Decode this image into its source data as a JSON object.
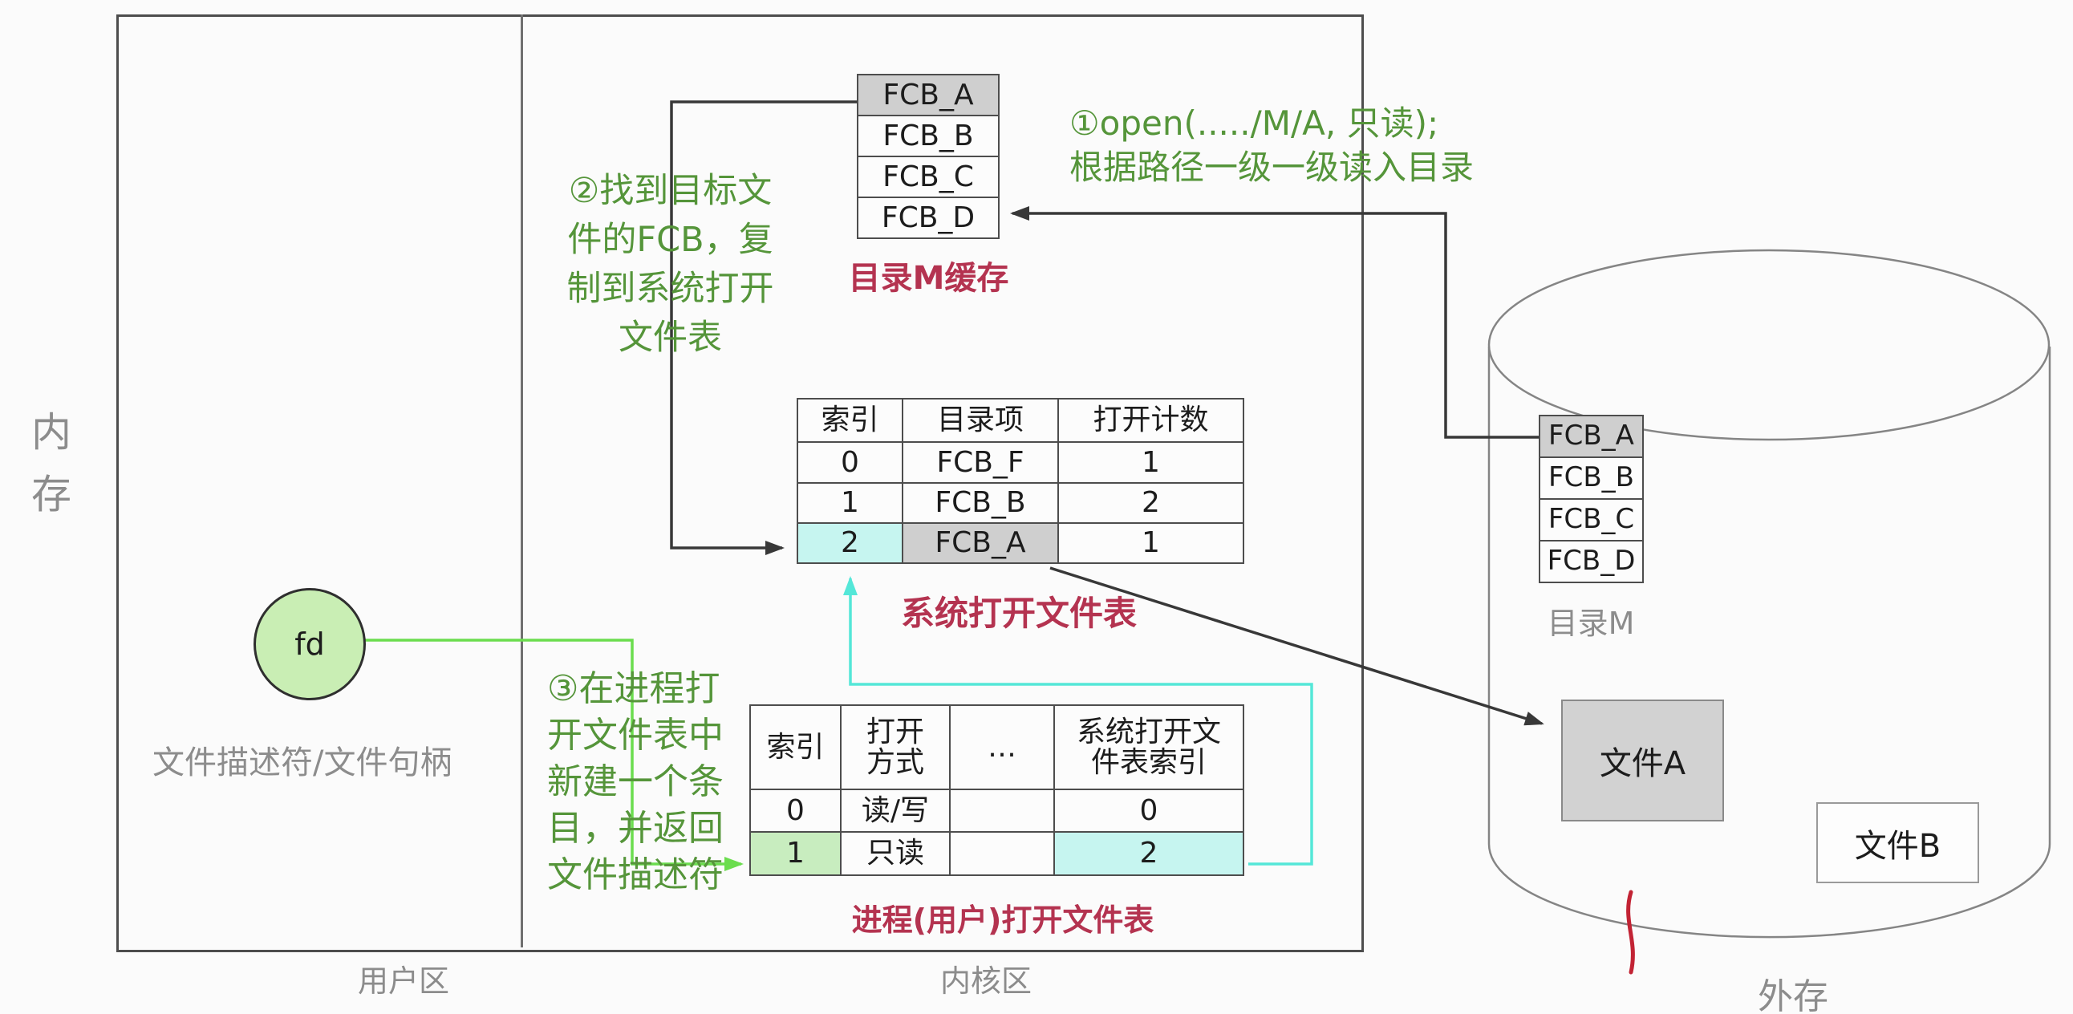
{
  "regions": {
    "memory": "内存",
    "user_area": "用户区",
    "kernel_area": "内核区",
    "external_storage": "外存"
  },
  "fd": {
    "label": "fd",
    "caption": "文件描述符/文件句柄"
  },
  "annotations": {
    "step1_lines": [
      "①open(...../M/A, 只读);",
      "根据路径一级一级读入目录"
    ],
    "step2_lines": [
      "②找到目标文",
      "件的FCB，复",
      "制到系统打开",
      "文件表"
    ],
    "step3_lines": [
      "③在进程打",
      "开文件表中",
      "新建一个条",
      "目，并返回",
      "文件描述符"
    ]
  },
  "cache_table": {
    "caption": "目录M缓存",
    "rows": [
      "FCB_A",
      "FCB_B",
      "FCB_C",
      "FCB_D"
    ]
  },
  "system_table": {
    "caption": "系统打开文件表",
    "headers": [
      "索引",
      "目录项",
      "打开计数"
    ],
    "rows": [
      [
        "0",
        "FCB_F",
        "1"
      ],
      [
        "1",
        "FCB_B",
        "2"
      ],
      [
        "2",
        "FCB_A",
        "1"
      ]
    ]
  },
  "process_table": {
    "caption": "进程(用户)打开文件表",
    "headers": [
      "索引",
      "打开\n方式",
      "…",
      "系统打开文\n件表索引"
    ],
    "rows": [
      [
        "0",
        "读/写",
        "",
        "0"
      ],
      [
        "1",
        "只读",
        "",
        "2"
      ]
    ]
  },
  "disk": {
    "dir_caption": "目录M",
    "dir_table_rows": [
      "FCB_A",
      "FCB_B",
      "FCB_C",
      "FCB_D"
    ],
    "file_a": "文件A",
    "file_b": "文件B"
  },
  "colors": {
    "crimson_label": "#b43350",
    "green_annotation": "#55953a",
    "green_line": "#6bdd4e",
    "cyan_line": "#54e7d8",
    "cyan_cell": "#c6f5f0",
    "green_cell": "#c8edbf",
    "gray_cell": "#cfcfcf",
    "gray_text": "#8c8c8c",
    "fd_fill": "#c9eeb4",
    "red_stroke": "#c22334"
  }
}
